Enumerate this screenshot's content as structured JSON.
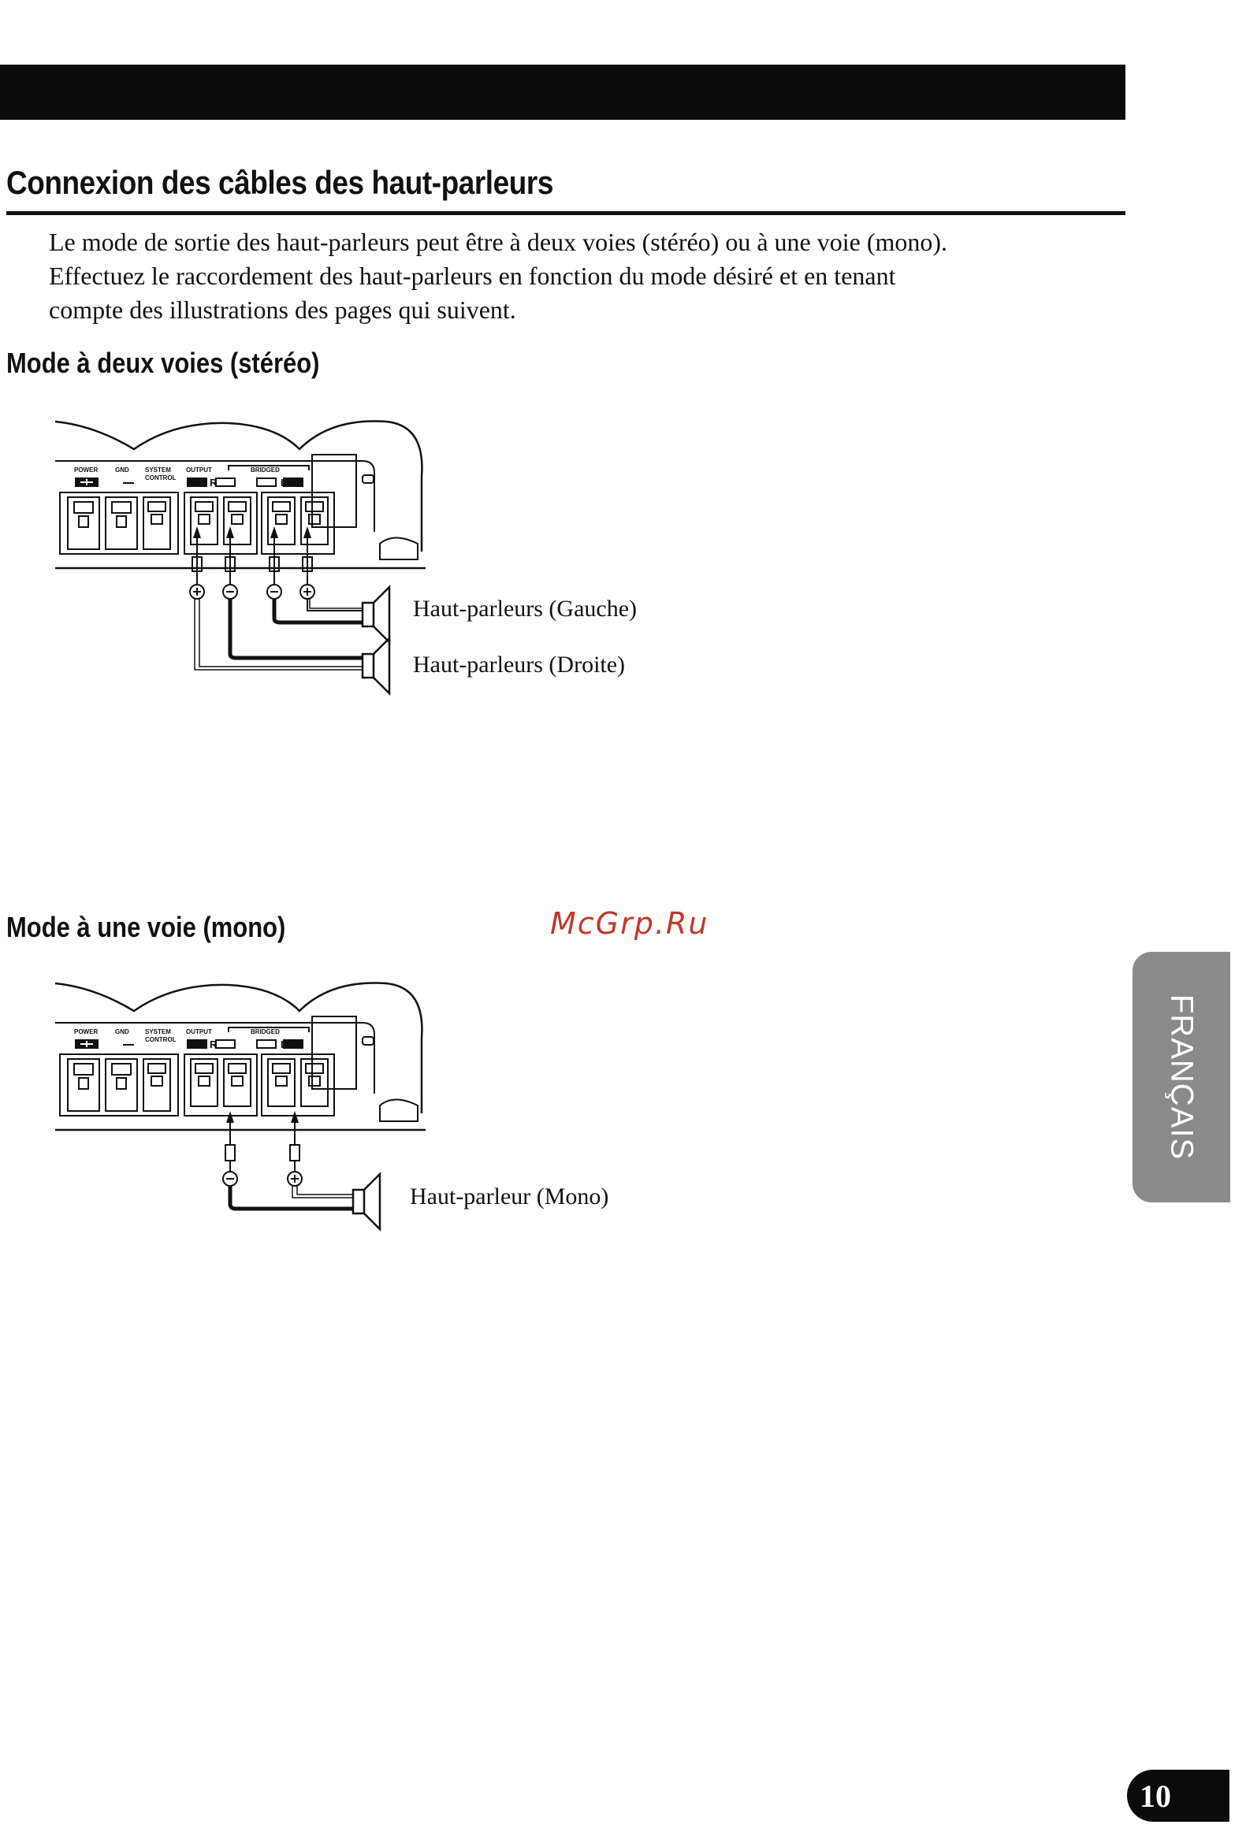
{
  "section_title": "Connexion des câbles des haut-parleurs",
  "intro_lines": [
    "Le mode de sortie des haut-parleurs peut être à deux voies (stéréo) ou à une voie (mono).",
    "Effectuez le raccordement des haut-parleurs en fonction du mode désiré et en tenant",
    "compte des illustrations des pages qui suivent."
  ],
  "stereo": {
    "heading": "Mode à deux voies (stéréo)",
    "label_left": "Haut-parleurs (Gauche)",
    "label_right": "Haut-parleurs (Droite)"
  },
  "mono": {
    "heading": "Mode à une voie (mono)",
    "label": "Haut-parleur (Mono)"
  },
  "panel_labels": {
    "power": "POWER",
    "gnd": "GND",
    "system": "SYSTEM",
    "control": "CONTROL",
    "output": "OUTPUT",
    "bridged": "BRIDGED",
    "r": "R",
    "l": "L"
  },
  "watermark": "McGrp.Ru",
  "language_tab": "FRANÇAIS",
  "page_number": "10"
}
